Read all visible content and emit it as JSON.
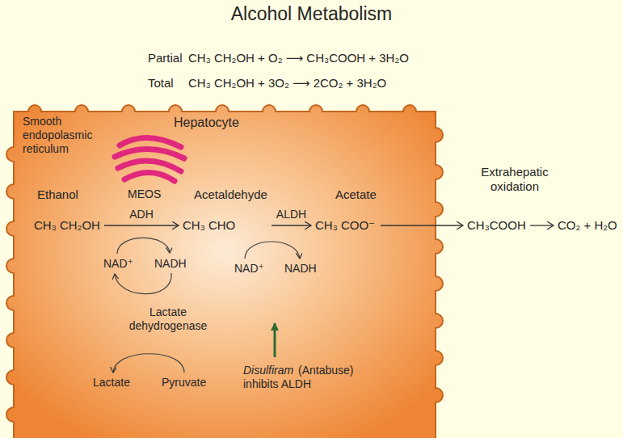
{
  "diagram": {
    "title": "Alcohol Metabolism",
    "nodes": [
      {
        "text": [
          "Hepatocyte"
        ]
      },
      {
        "text": [
          "Smooth endopolasmic reticulum",
          "MEOS"
        ],
        "in": 0
      },
      {
        "text": [
          "Ethanol",
          "CH₃ CH₂OH"
        ],
        "in": 0
      },
      {
        "text": [
          "Acetaldehyde",
          "CH₃ CHO"
        ],
        "in": 0
      },
      {
        "text": [
          "Acetate",
          "CH₃ COO⁻"
        ],
        "in": 0
      },
      {
        "text": [
          "CH₃COOH"
        ]
      },
      {
        "text": [
          "CO₂ + H₂O"
        ]
      }
    ],
    "edges": [
      {
        "from": 2,
        "to": 3,
        "arrow": "to",
        "label": "ADH"
      },
      {
        "from": 3,
        "to": 4,
        "arrow": "to",
        "label": "ALDH"
      },
      {
        "from": 4,
        "to": 5,
        "arrow": "to"
      },
      {
        "from": 5,
        "to": 6,
        "arrow": "to"
      }
    ],
    "labels": [
      "Partial",
      "CH₃ CH₂OH + O₂ ⟶ CH₃COOH + 3H₂O",
      "Total",
      "CH₃ CH₂OH + 3O₂ ⟶ 2CO₂ + 3H₂O",
      "Extrahepatic oxidation",
      "NAD⁺",
      "NADH",
      "NAD⁺",
      "NADH",
      "Lactate dehydrogenase",
      "Lactate",
      "Pyruvate",
      "Disulfiram",
      "(Antabuse) inhibits ALDH"
    ]
  }
}
